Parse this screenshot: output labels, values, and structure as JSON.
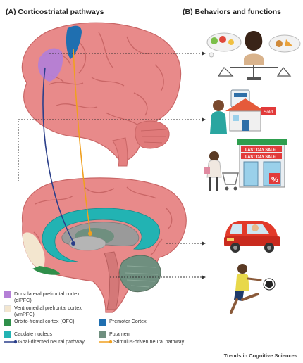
{
  "panel_a": {
    "title": "(A)   Corticostriatal pathways"
  },
  "panel_b": {
    "title": "(B)   Behaviors and functions"
  },
  "shop_sign": {
    "sold": "Sold",
    "sale1": "LAST DAY SALE",
    "sale2": "LAST DAY SALE",
    "percent": "%"
  },
  "legend": {
    "dlpfc": "Dorsolateral prefrontal cortex (dlPFC)",
    "vmpfc": "Ventromedial prefrontal cortex (vmPFC)",
    "ofc": "Orbito-frontal cortex (OFC)",
    "caudate": "Caudate nucleus",
    "premotor": "Premotor Cortex",
    "putamen": "Putamen",
    "goal": "Goal-directed neural pathway",
    "stimulus": "Stimulus-driven neural pathway"
  },
  "colors": {
    "dlpfc": "#b47fd6",
    "vmpfc": "#f3e6cf",
    "ofc": "#2f8f4a",
    "caudate": "#22b3b3",
    "premotor": "#1f6fb0",
    "putamen": "#6f8f7f",
    "goal": "#2b3f8a",
    "stimulus": "#f0a020",
    "brain": "#e88a8a"
  },
  "credit": "Trends in Cognitive Sciences"
}
